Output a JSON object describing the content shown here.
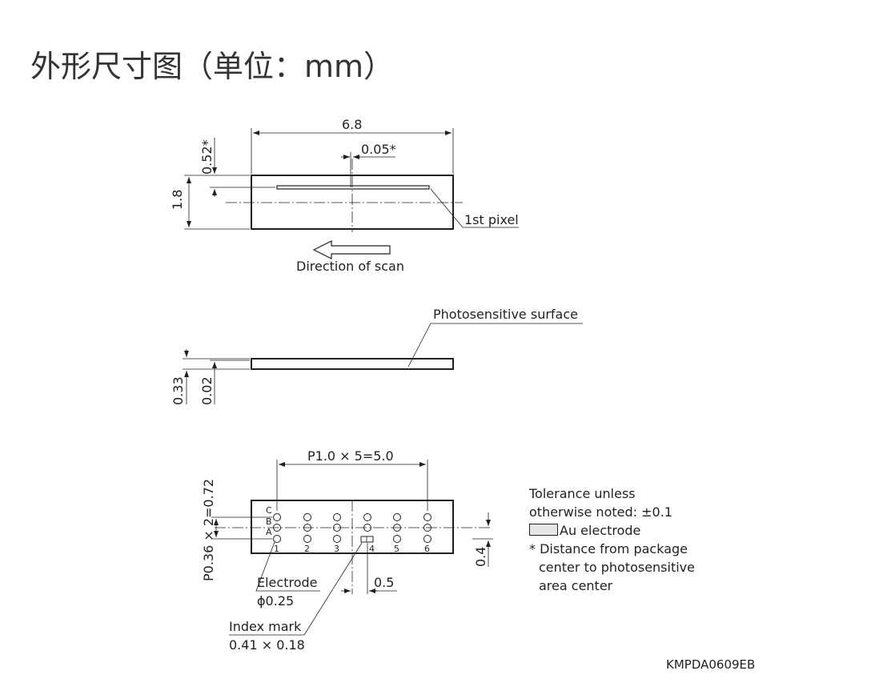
{
  "title": "外形尺寸图（单位：mm）",
  "top_view": {
    "width_dim": "6.8",
    "offset_x_dim": "0.05*",
    "offset_y_dim": "0.52*",
    "height_dim": "1.8",
    "first_pixel_label": "1st pixel",
    "scan_label": "Direction of scan"
  },
  "side_view": {
    "surface_label": "Photosensitive surface",
    "thickness_dim": "0.33",
    "layer_dim": "0.02"
  },
  "bottom_view": {
    "pitch_x_dim": "P1.0 × 5=5.0",
    "pitch_y_dim": "P0.36 × 2=0.72",
    "row_labels": [
      "C",
      "B",
      "A"
    ],
    "column_labels": [
      "1",
      "2",
      "3",
      "4",
      "5",
      "6"
    ],
    "electrode_label": "Electrode",
    "electrode_size": "ϕ0.25",
    "index_label": "Index mark",
    "index_size": "0.41 × 0.18",
    "offset_x_dim": "0.5",
    "offset_y_dim": "0.4"
  },
  "notes": {
    "tolerance_line1": "Tolerance unless",
    "tolerance_line2": "otherwise noted: ±0.1",
    "au_label": "Au electrode",
    "footnote_line1": "* Distance from package",
    "footnote_line2": "center to photosensitive",
    "footnote_line3": "area center"
  },
  "drawing_code": "KMPDA0609EB"
}
